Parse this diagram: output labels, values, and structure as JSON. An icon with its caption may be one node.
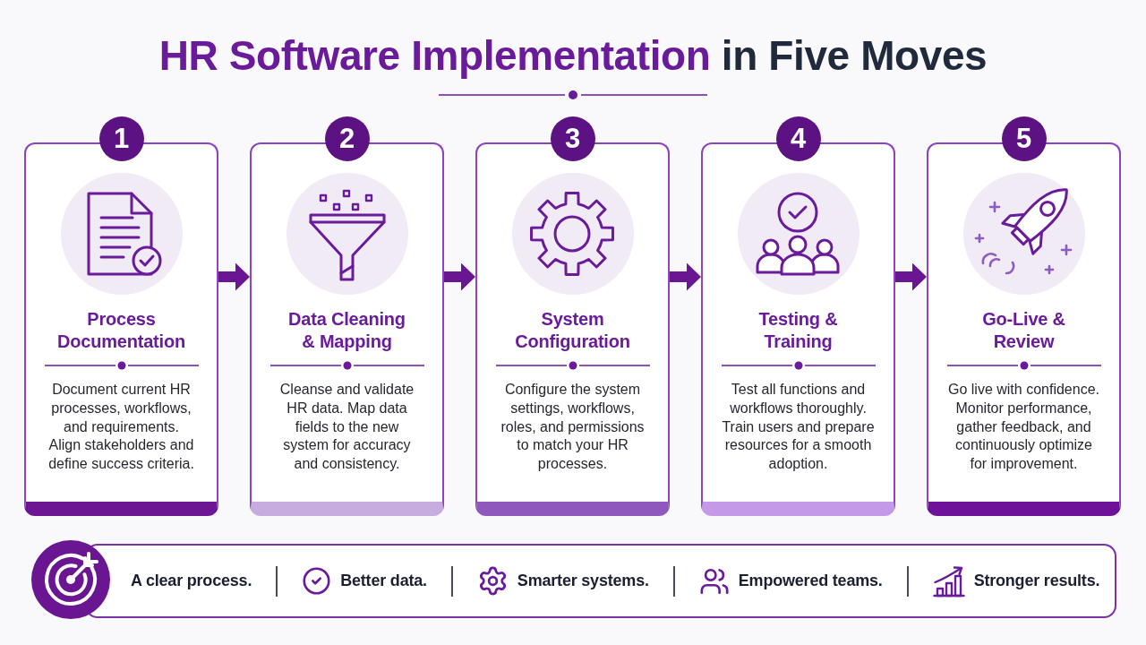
{
  "diagram": {
    "title": "**HR Software Implementation** in Five Moves",
    "nodes": [
      {
        "text": [
          "1"
        ]
      },
      {
        "text": [
          "Process Documentation",
          "Document current HR processes, workflows, and requirements. Align stakeholders and define success criteria."
        ]
      },
      {
        "text": [
          "2"
        ]
      },
      {
        "text": [
          "Data Cleaning & Mapping",
          "Cleanse and validate HR data. Map data fields to the new system for accuracy and consistency."
        ]
      },
      {
        "text": [
          "3"
        ]
      },
      {
        "text": [
          "System Configuration",
          "Configure the system settings, workflows, roles, and permissions to match your HR processes."
        ]
      },
      {
        "text": [
          "4"
        ]
      },
      {
        "text": [
          "Testing & Training",
          "Test all functions and workflows thoroughly. Train users and prepare resources for a smooth adoption."
        ]
      },
      {
        "text": [
          "5"
        ]
      },
      {
        "text": [
          "Go-Live & Review",
          "Go live with confidence. Monitor performance, gather feedback, and continuously optimize for improvement."
        ]
      },
      {
        "text": [
          "A clear process.",
          "Better data.",
          "Smarter systems.",
          "Empowered teams.",
          "Stronger results."
        ]
      }
    ],
    "edges": [
      {
        "from": 1,
        "to": 3,
        "arrow": "to"
      },
      {
        "from": 3,
        "to": 5,
        "arrow": "to"
      },
      {
        "from": 5,
        "to": 7,
        "arrow": "to"
      },
      {
        "from": 7,
        "to": 9,
        "arrow": "to"
      }
    ]
  }
}
